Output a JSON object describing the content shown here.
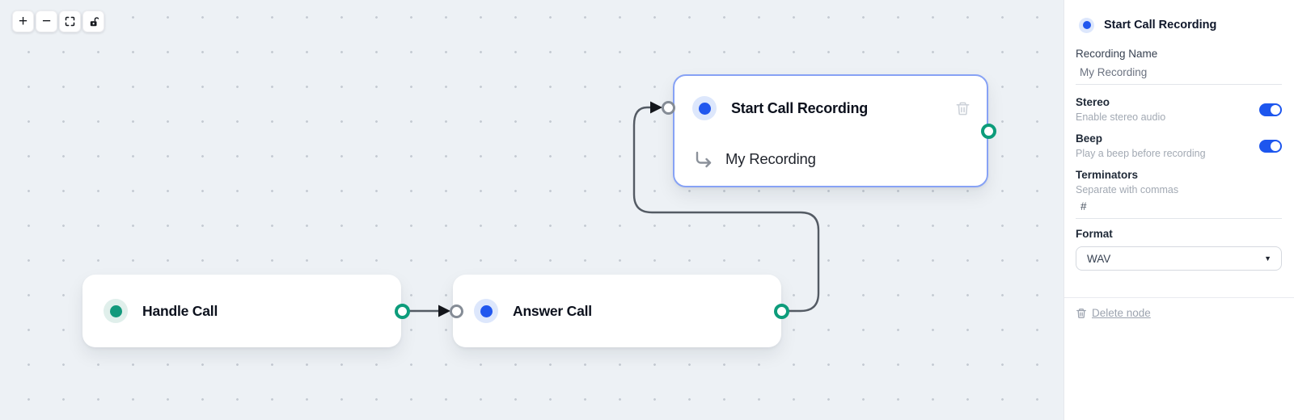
{
  "toolbar": {
    "zoom_in_label": "+",
    "zoom_out_label": "−"
  },
  "nodes": {
    "handle_call": {
      "title": "Handle Call"
    },
    "answer_call": {
      "title": "Answer Call"
    },
    "start_call_recording": {
      "title": "Start Call Recording",
      "subtitle": "My Recording",
      "selected": true
    }
  },
  "panel": {
    "title": "Start Call Recording",
    "recording_name": {
      "label": "Recording Name",
      "value": "My Recording"
    },
    "stereo": {
      "label": "Stereo",
      "description": "Enable stereo audio",
      "enabled": true
    },
    "beep": {
      "label": "Beep",
      "description": "Play a beep before recording",
      "enabled": true
    },
    "terminators": {
      "label": "Terminators",
      "description": "Separate with commas",
      "value": "#"
    },
    "format": {
      "label": "Format",
      "value": "WAV"
    },
    "delete_label": "Delete node"
  },
  "colors": {
    "accent_blue": "#2157ee",
    "accent_teal": "#13997c",
    "toggle_on": "#1d56ee",
    "selection_border": "#87a2f5",
    "edge": "#545b64",
    "source_handle": "#0d9c7b",
    "target_handle": "#858c96",
    "canvas_bg": "#edf1f5"
  }
}
